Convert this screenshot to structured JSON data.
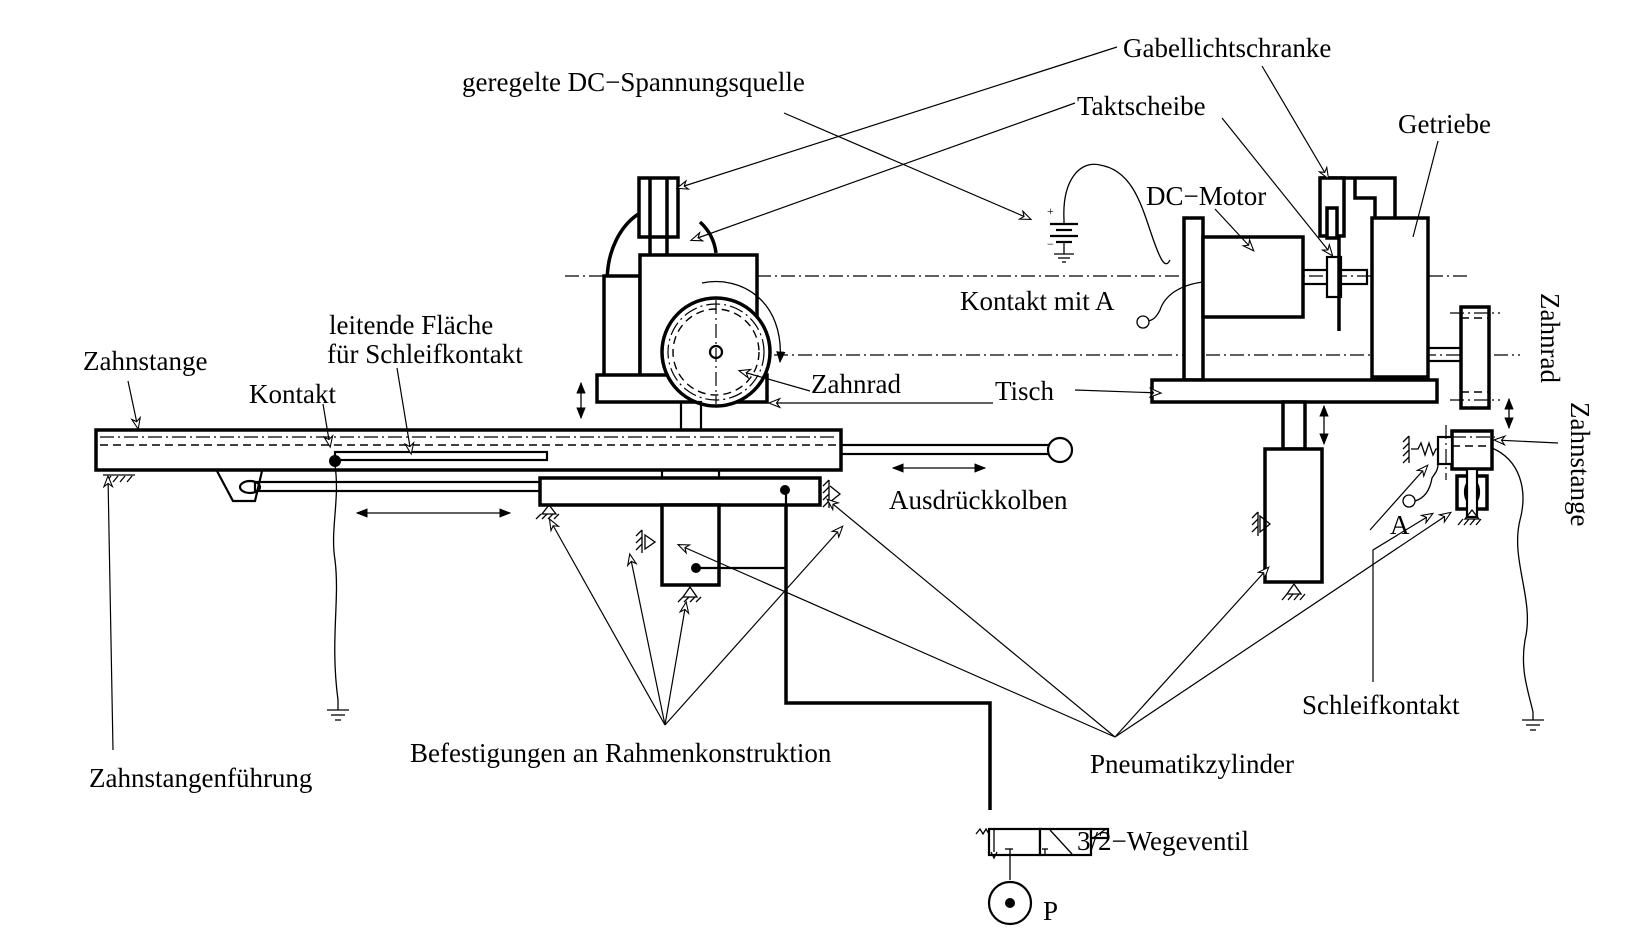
{
  "diagram": {
    "title": "Prüfstand Zahnstange / Zahnrad mit Pneumatikzylindern",
    "labels": {
      "spannungsquelle": "geregelte DC−Spannungsquelle",
      "gabellichtschranke": "Gabellichtschranke",
      "taktscheibe": "Taktscheibe",
      "getriebe": "Getriebe",
      "dc_motor": "DC−Motor",
      "kontakt_mit_a": "Kontakt mit A",
      "zahnrad_right": "Zahnrad",
      "zahnstange_right": "Zahnstange",
      "leitende_flaeche_1": "leitende Fläche",
      "leitende_flaeche_2": "für Schleifkontakt",
      "zahnstange_left": "Zahnstange",
      "kontakt": "Kontakt",
      "zahnrad_center": "Zahnrad",
      "tisch": "Tisch",
      "ausdrueckkolben": "Ausdrückkolben",
      "a_point": "A",
      "schleifkontakt": "Schleifkontakt",
      "befestigungen": "Befestigungen an Rahmenkonstruktion",
      "zahnstangenfuehrung": "Zahnstangenführung",
      "pneumatikzylinder": "Pneumatikzylinder",
      "wegeventil": "3/2−Wegeventil",
      "pressure_source": "P",
      "plus_sign": "+",
      "minus_sign": "−"
    }
  }
}
